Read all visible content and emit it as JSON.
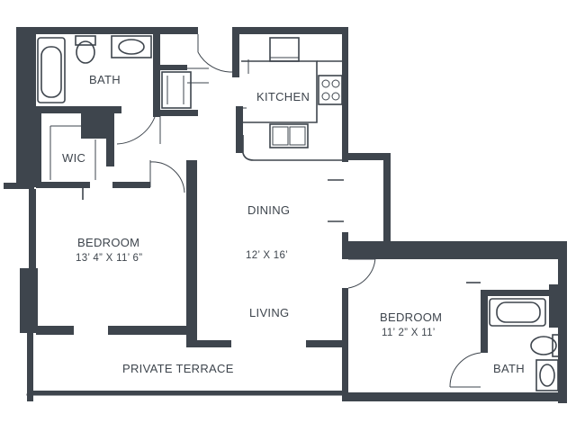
{
  "colors": {
    "wall": "#3e454d",
    "background": "#ffffff"
  },
  "rooms": {
    "bath_top": "BATH",
    "kitchen": "KITCHEN",
    "wic": "WIC",
    "dining": "DINING",
    "dining_living_dims": "12’ X 16’",
    "living": "LIVING",
    "bedroom_left": "BEDROOM",
    "bedroom_left_dims": "13’ 4” X 11’ 6”",
    "bedroom_right": "BEDROOM",
    "bedroom_right_dims": "11’ 2” X 11’",
    "bath_right": "BATH",
    "terrace": "PRIVATE TERRACE"
  }
}
